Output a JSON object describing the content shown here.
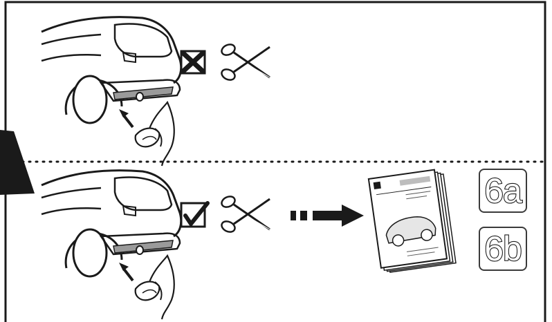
{
  "panels": [
    {
      "id": "top",
      "checkbox": "crossed",
      "action_icon": "scissors-icon"
    },
    {
      "id": "bottom",
      "checkbox": "checked",
      "action_icon": "scissors-icon",
      "next_icon": "arrow-right-icon",
      "target_icon": "manual-booklet-icon"
    }
  ],
  "step_refs": {
    "a": "6a",
    "b": "6b"
  },
  "colors": {
    "line": "#1a1a1a",
    "trim": "#9a9a9a",
    "badge": "#1a1a1a"
  }
}
